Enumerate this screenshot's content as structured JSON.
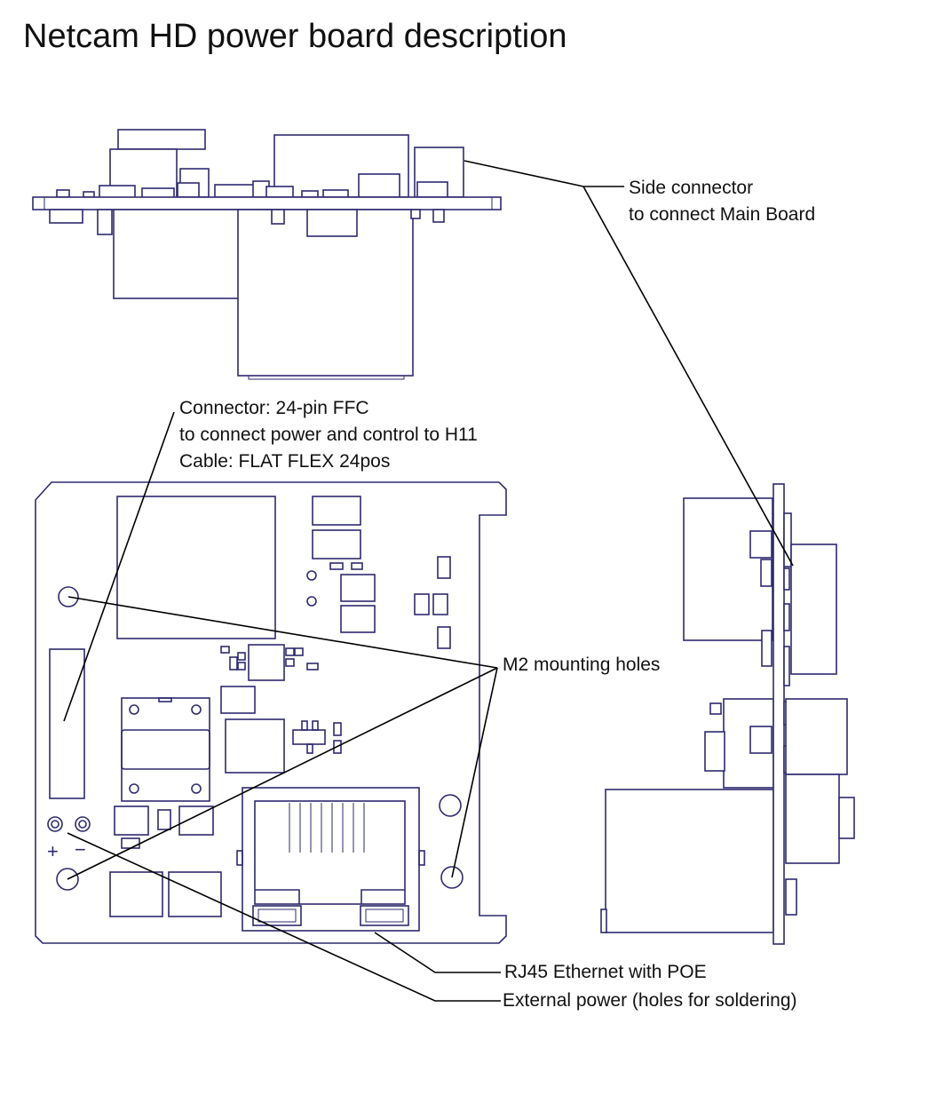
{
  "title": "Netcam HD power board description",
  "labels": {
    "side_connector": {
      "line1": "Side connector",
      "line2": "to connect Main Board"
    },
    "ffc_connector": {
      "line1": "Connector: 24-pin FFC",
      "line2": "to connect power and control to H11",
      "line3": "Cable: FLAT FLEX 24pos"
    },
    "mounting_holes": "M2 mounting holes",
    "rj45": "RJ45 Ethernet with POE",
    "external_power": "External power (holes for soldering)"
  },
  "polarity": {
    "plus": "+",
    "minus": "−"
  },
  "colors": {
    "board_outline": "#2e2a6e",
    "leader_line": "#000000",
    "text": "#111111",
    "background": "#ffffff"
  }
}
